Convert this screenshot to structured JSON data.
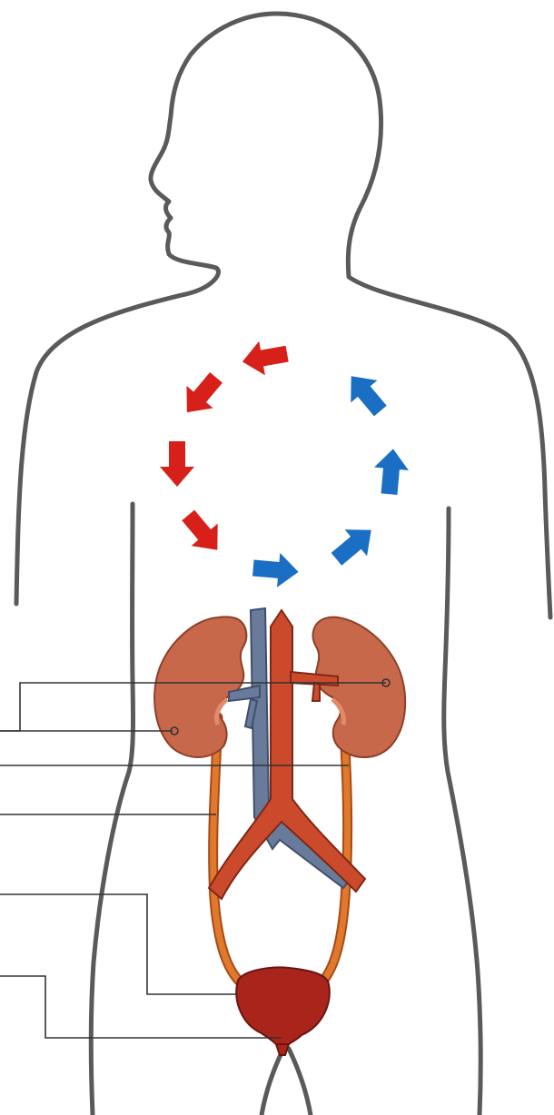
{
  "colors": {
    "background": "#ffffff",
    "body_outline": "#5a5a5a",
    "oxygenated_arrow": "#d8201a",
    "deoxygenated_arrow": "#1a6fc4",
    "kidney": "#c8684a",
    "kidney_dark": "#8e3f29",
    "kidney_light": "#e08c6a",
    "aorta": "#cc4a2c",
    "aorta_dark": "#7d2816",
    "vena_cava": "#6a7a9a",
    "vena_cava_dark": "#3f4f6c",
    "ureter": "#e0792c",
    "ureter_dark": "#a74a17",
    "bladder": "#a9251b",
    "bladder_dark": "#6b1410",
    "leader_line": "#333333"
  },
  "icons": {
    "circulation_arrows": "circular-arrows-icon",
    "body": "human-body-outline"
  },
  "circulation": {
    "red_arrow_count": 4,
    "blue_arrow_count": 4
  },
  "labels": []
}
